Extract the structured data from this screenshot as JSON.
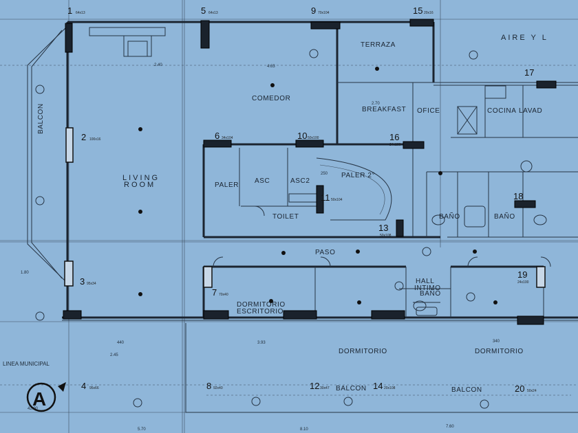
{
  "rooms": {
    "balcon_left": "BALCON",
    "living": "LIVING",
    "room": "ROOM",
    "comedor": "COMEDOR",
    "terraza": "TERRAZA",
    "breakfast": "BREAKFAST",
    "office": "OFICE",
    "cocina": "COCINA",
    "lavad": "LAVAD",
    "aire": "AIRE Y L",
    "paler_left": "PALER",
    "asc": "ASC",
    "asc2": "ASC2",
    "paler_center": "PALER 2°",
    "toilet": "TOILET",
    "bano_a": "BAÑO",
    "bano_b": "BAÑO",
    "bano_c": "BAÑO",
    "paso": "PASO",
    "hall": "HALL",
    "intimo": "INTIMO",
    "dorm_escritorio_1": "DORMITORIO",
    "dorm_escritorio_2": "ESCRITORIO",
    "dormitorio_1": "DORMITORIO",
    "dormitorio_2": "DORMITORIO",
    "balcon_bottom_1": "BALCON",
    "balcon_bottom_2": "BALCON",
    "linea_municipal": "LINEA MUNICIPAL"
  },
  "columns": [
    {
      "num": "1",
      "sub": "64x13"
    },
    {
      "num": "2",
      "sub": "100x16"
    },
    {
      "num": "3",
      "sub": "95x34"
    },
    {
      "num": "4",
      "sub": "95x66"
    },
    {
      "num": "5",
      "sub": "64x13"
    },
    {
      "num": "6",
      "sub": "34x104"
    },
    {
      "num": "7",
      "sub": "70x40"
    },
    {
      "num": "8",
      "sub": "92x40"
    },
    {
      "num": "9",
      "sub": "70x104"
    },
    {
      "num": "10",
      "sub": "50x100"
    },
    {
      "num": "11",
      "sub": "50x104"
    },
    {
      "num": "12",
      "sub": "30x47"
    },
    {
      "num": "13",
      "sub": "50x108"
    },
    {
      "num": "14",
      "sub": "20x108"
    },
    {
      "num": "15",
      "sub": "20x16"
    },
    {
      "num": "16",
      "sub": "24x100"
    },
    {
      "num": "17",
      "sub": ""
    },
    {
      "num": "18",
      "sub": ""
    },
    {
      "num": "19",
      "sub": "24x100"
    },
    {
      "num": "20",
      "sub": "50x24"
    }
  ],
  "axis_marker": "A",
  "dimensions": {
    "d_440": "440",
    "d_245": "2.45",
    "d_240": "2.40",
    "d_463": "4.63",
    "d_393": "3.93",
    "d_340": "340",
    "d_270": "2.70",
    "d_4290": "42.90",
    "d_570": "5.70",
    "d_810": "8.10",
    "d_180": "1.80",
    "d_760": "7.60",
    "d_250": "250"
  }
}
